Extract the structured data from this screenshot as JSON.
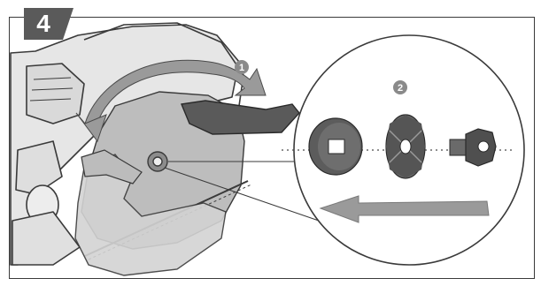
{
  "figure": {
    "step_number": "4",
    "markers": {
      "marker_1": "1",
      "marker_2": "2"
    },
    "colors": {
      "badge": "#5a5a5a",
      "marker": "#8a8a8a",
      "saw_body": "#e6e6e6",
      "blade": "#bdbdbd",
      "parts": "#6b6b6b",
      "arrow": "#9a9a9a"
    },
    "icons": [
      "circular-saw-illustration",
      "blade-rotation-arrow",
      "outer-flange-part",
      "saw-blade-part",
      "clamping-bolt-part",
      "assembly-direction-arrow"
    ]
  }
}
